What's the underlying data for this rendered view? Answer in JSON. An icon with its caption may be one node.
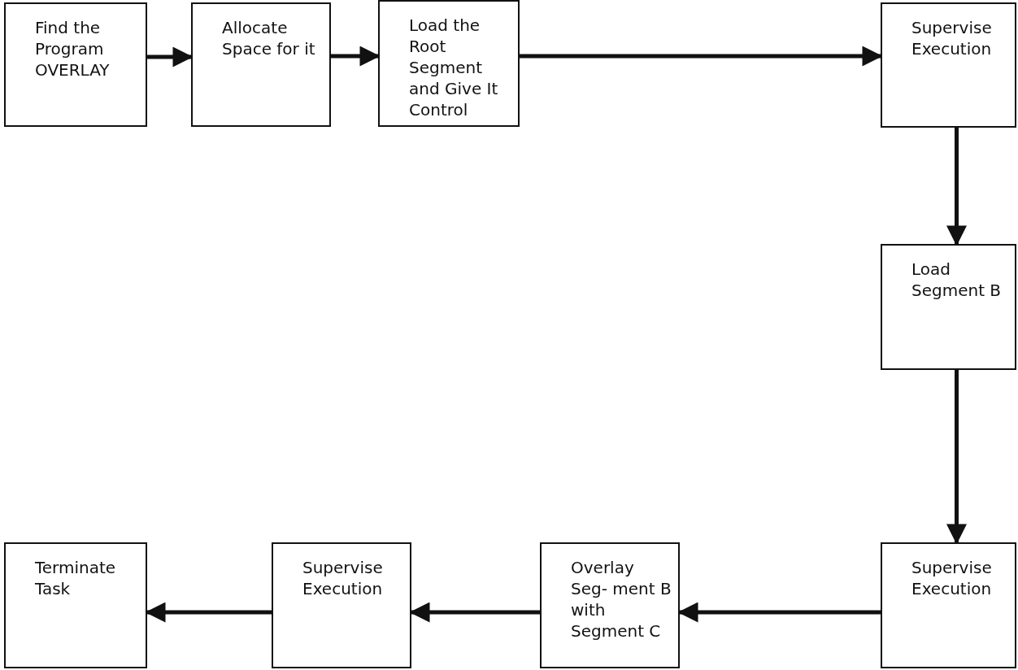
{
  "diagram": {
    "nodes": [
      {
        "text": [
          "Find the Program OVERLAY"
        ]
      },
      {
        "text": [
          "Allocate Space for it"
        ]
      },
      {
        "text": [
          "Load the Root Segment and Give It Control"
        ]
      },
      {
        "text": [
          "Supervise Execution"
        ]
      },
      {
        "text": [
          "Load Segment B"
        ]
      },
      {
        "text": [
          "Supervise Execution"
        ]
      },
      {
        "text": [
          "Overlay Seg- ment B with Segment C"
        ]
      },
      {
        "text": [
          "Supervise Execution"
        ]
      },
      {
        "text": [
          "Terminate Task"
        ]
      }
    ],
    "edges": [
      {
        "from": 0,
        "to": 1,
        "arrow": "to"
      },
      {
        "from": 1,
        "to": 2,
        "arrow": "to"
      },
      {
        "from": 2,
        "to": 3,
        "arrow": "to"
      },
      {
        "from": 3,
        "to": 4,
        "arrow": "to"
      },
      {
        "from": 4,
        "to": 5,
        "arrow": "to"
      },
      {
        "from": 5,
        "to": 6,
        "arrow": "to"
      },
      {
        "from": 6,
        "to": 7,
        "arrow": "to"
      },
      {
        "from": 7,
        "to": 8,
        "arrow": "to"
      }
    ]
  }
}
